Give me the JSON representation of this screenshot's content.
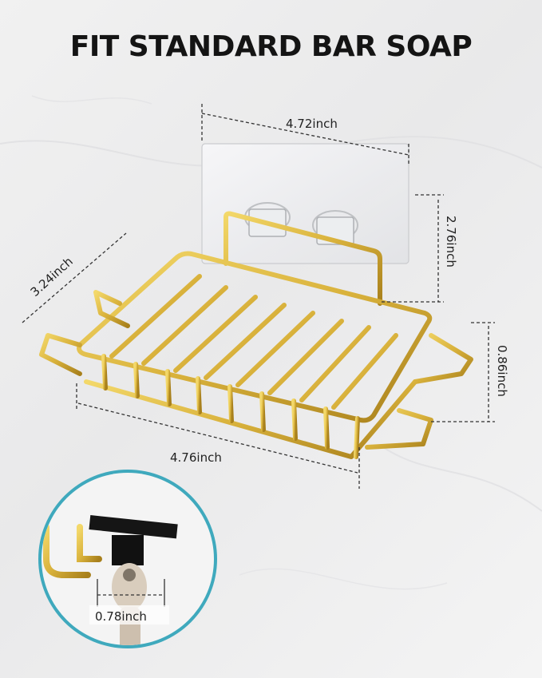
{
  "title": "FIT STANDARD BAR SOAP",
  "dimensions": {
    "adhesive_width": "4.72inch",
    "adhesive_height": "2.76inch",
    "basket_depth": "3.24inch",
    "basket_height": "0.86inch",
    "basket_width": "4.76inch",
    "hook_gap": "0.78inch"
  },
  "colors": {
    "gold": "#d9b23c",
    "gold_dark": "#a8801c",
    "teal_ring": "#3fa9bd",
    "background": "#eeeeee"
  }
}
